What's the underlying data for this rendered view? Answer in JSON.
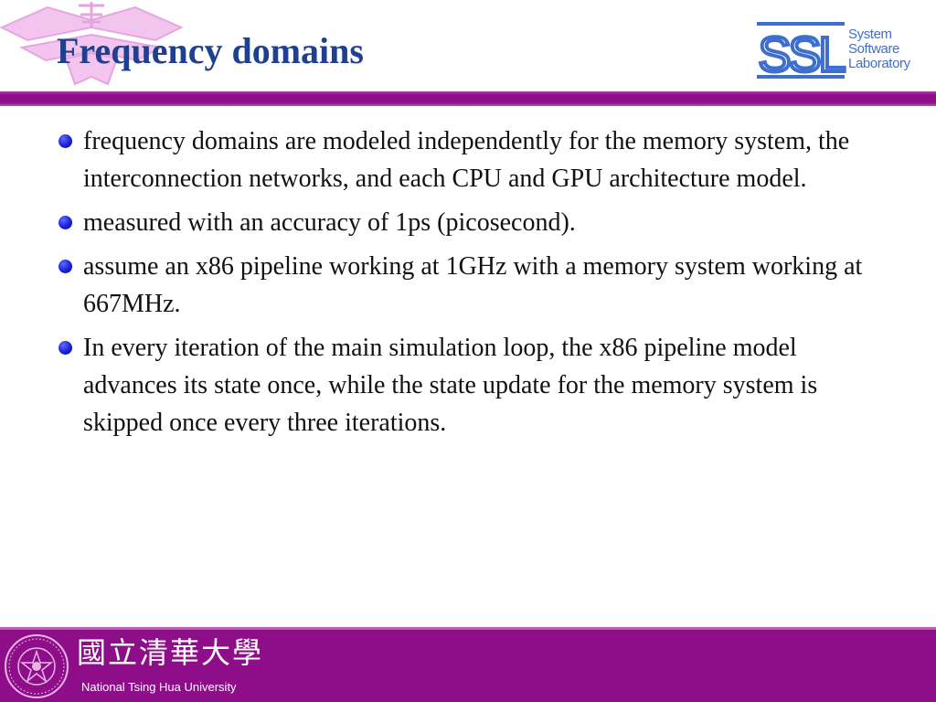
{
  "slide": {
    "title": "Frequency domains",
    "logo": {
      "mark": "SSL",
      "lines": [
        "System",
        "Software",
        "Laboratory"
      ]
    },
    "bullets": [
      "frequency domains are modeled independently for the memory system, the interconnection networks, and each CPU and GPU architecture model.",
      "measured with an accuracy of 1ps (picosecond).",
      "assume an x86 pipeline working at 1GHz with a memory system working at 667MHz.",
      "In every iteration of the main simulation loop, the x86 pipeline model advances its state once, while the state update for the memory system is skipped once every three iterations."
    ]
  },
  "footer": {
    "university_chinese": "國立清華大學",
    "university_english": "National Tsing Hua University"
  },
  "icons": {
    "bullet": "blue-sphere-bullet-icon",
    "header_emblem": "nthu-emblem-watermark-icon",
    "seal": "nthu-seal-icon"
  },
  "colors": {
    "title": "#1f3f8f",
    "accent": "#8e0e8a",
    "bullet": "#1a1fd6",
    "logo": "#3e6fcf"
  }
}
